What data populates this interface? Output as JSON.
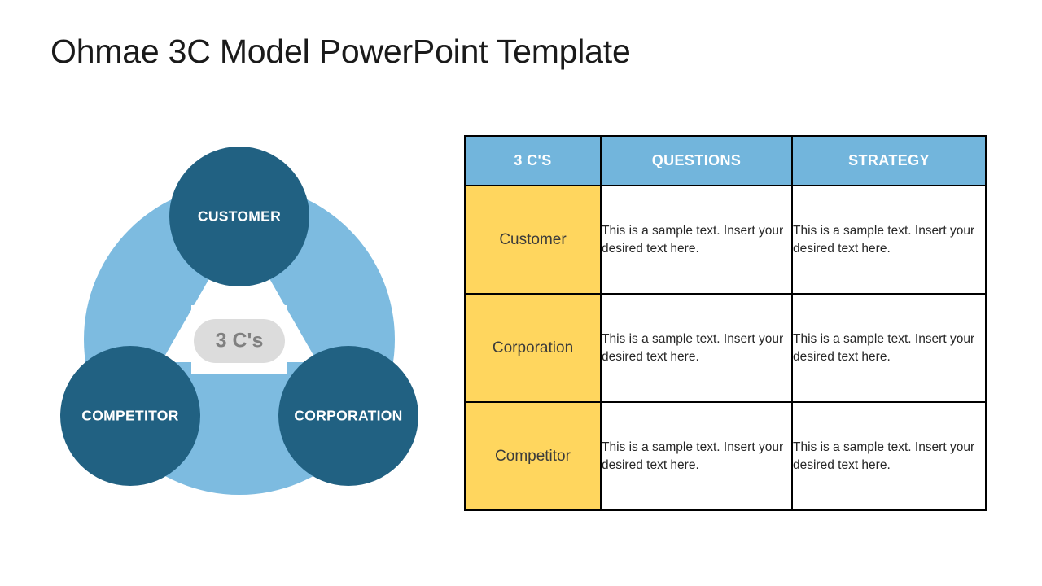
{
  "slide": {
    "title": "Ohmae 3C Model PowerPoint Template"
  },
  "colors": {
    "dark_teal": "#216182",
    "light_blue": "#7DBBE0",
    "header_blue": "#72B5DC",
    "yellow": "#FFD65E",
    "center_pill_bg": "#DCDCDC",
    "center_pill_text": "#808080",
    "border": "#000000",
    "title_text": "#1a1a1a",
    "body_text": "#262626"
  },
  "diagram": {
    "center_label": "3 C's",
    "nodes": [
      {
        "id": "customer",
        "label": "CUSTOMER"
      },
      {
        "id": "competitor",
        "label": "COMPETITOR"
      },
      {
        "id": "corporation",
        "label": "CORPORATION"
      }
    ]
  },
  "table": {
    "headers": [
      "3 C'S",
      "QUESTIONS",
      "STRATEGY"
    ],
    "rows": [
      {
        "category": "Customer",
        "questions": "This is a sample text. Insert your desired text here.",
        "strategy": "This is a sample text. Insert your desired text here."
      },
      {
        "category": "Corporation",
        "questions": "This is a sample text. Insert your desired text here.",
        "strategy": "This is a sample text. Insert your desired text here."
      },
      {
        "category": "Competitor",
        "questions": "This is a sample text. Insert your desired text here.",
        "strategy": "This is a sample text. Insert your desired text here."
      }
    ]
  }
}
